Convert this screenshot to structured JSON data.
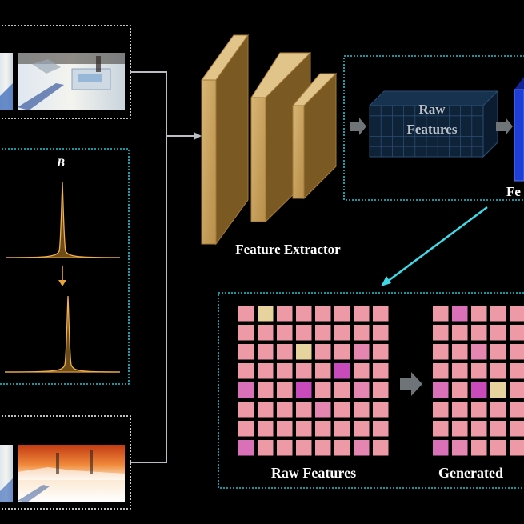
{
  "labels": {
    "b_title": "B",
    "feature_extractor": "Feature Extractor",
    "raw_features_block_line1": "Raw",
    "raw_features_block_line2": "Features",
    "fe_cut": "Fe",
    "grid_left_caption": "Raw Features",
    "grid_right_caption": "Generated"
  },
  "colors": {
    "frame_white": "#ffffff",
    "frame_cyan": "#1fc7d6",
    "extractor_gold": "#c8a25e",
    "extractor_dark": "#7a5a22",
    "curve_orange": "#e8a23a",
    "raw_block": "#0e2238",
    "raw_block_line": "#2b4d72",
    "blue_block": "#1d3fd6",
    "cell_pink": "#ee9aa6",
    "cell_cream": "#e6d39e",
    "cell_magenta": "#c94bbb",
    "arrow_grey": "#9aa0a6",
    "arrow_cyan": "#3fd8e6"
  },
  "grid_highlights": {
    "left": [
      {
        "r": 0,
        "c": 1,
        "tone": "cream"
      },
      {
        "r": 2,
        "c": 3,
        "tone": "cream"
      },
      {
        "r": 2,
        "c": 6,
        "tone": "light-mauve"
      },
      {
        "r": 3,
        "c": 5,
        "tone": "magenta"
      },
      {
        "r": 4,
        "c": 0,
        "tone": "mauve"
      },
      {
        "r": 4,
        "c": 3,
        "tone": "magenta"
      },
      {
        "r": 4,
        "c": 6,
        "tone": "light-mauve"
      },
      {
        "r": 5,
        "c": 4,
        "tone": "light-mauve"
      },
      {
        "r": 7,
        "c": 0,
        "tone": "mauve"
      },
      {
        "r": 7,
        "c": 6,
        "tone": "light-mauve"
      }
    ],
    "right": [
      {
        "r": 0,
        "c": 1,
        "tone": "mauve"
      },
      {
        "r": 2,
        "c": 2,
        "tone": "light-mauve"
      },
      {
        "r": 4,
        "c": 0,
        "tone": "mauve"
      },
      {
        "r": 4,
        "c": 2,
        "tone": "magenta"
      },
      {
        "r": 4,
        "c": 3,
        "tone": "cream"
      },
      {
        "r": 7,
        "c": 0,
        "tone": "mauve"
      },
      {
        "r": 7,
        "c": 1,
        "tone": "light-mauve"
      }
    ]
  }
}
